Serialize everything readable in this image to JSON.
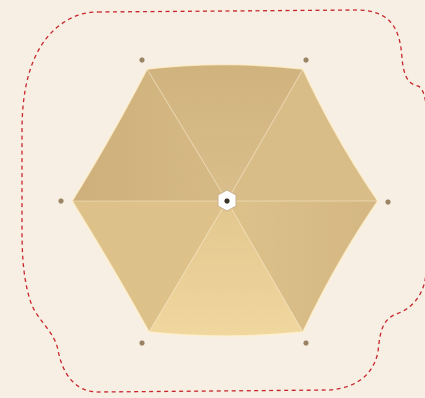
{
  "canvas": {
    "background_color": "#f7efe3"
  },
  "umbrella": {
    "shape": "hexagon",
    "panel_count": 6,
    "canopy_colors": {
      "dark": "#d6b985",
      "mid": "#dcc08d",
      "light": "#e9cf96",
      "highlight": "#f1d9a2",
      "edge": "#fff1cf"
    },
    "hub_color": "#ffffff",
    "pin_color": "#3b3228"
  },
  "anchors": {
    "count": 6,
    "color": "#9a8463"
  },
  "boundary": {
    "style": "dashed",
    "color": "#c8242b"
  }
}
